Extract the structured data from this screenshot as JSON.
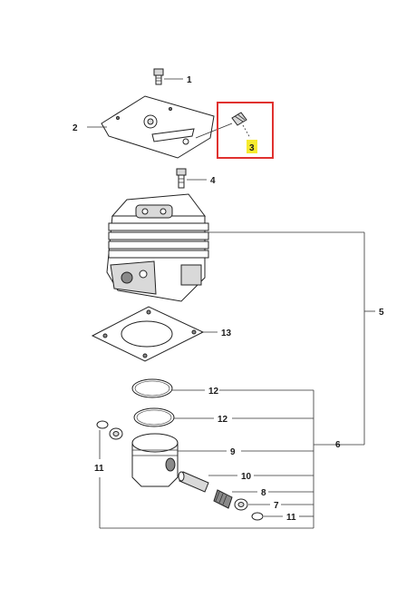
{
  "diagram": {
    "callouts": {
      "c1": "1",
      "c2": "2",
      "c3": "3",
      "c4": "4",
      "c5": "5",
      "c6": "6",
      "c7": "7",
      "c8": "8",
      "c9": "9",
      "c10": "10",
      "c11a": "11",
      "c11b": "11",
      "c12a": "12",
      "c12b": "12",
      "c13": "13"
    },
    "highlight": {
      "part": "3",
      "frame_color": "#e0312f",
      "badge_color": "#f6ea2e"
    }
  }
}
